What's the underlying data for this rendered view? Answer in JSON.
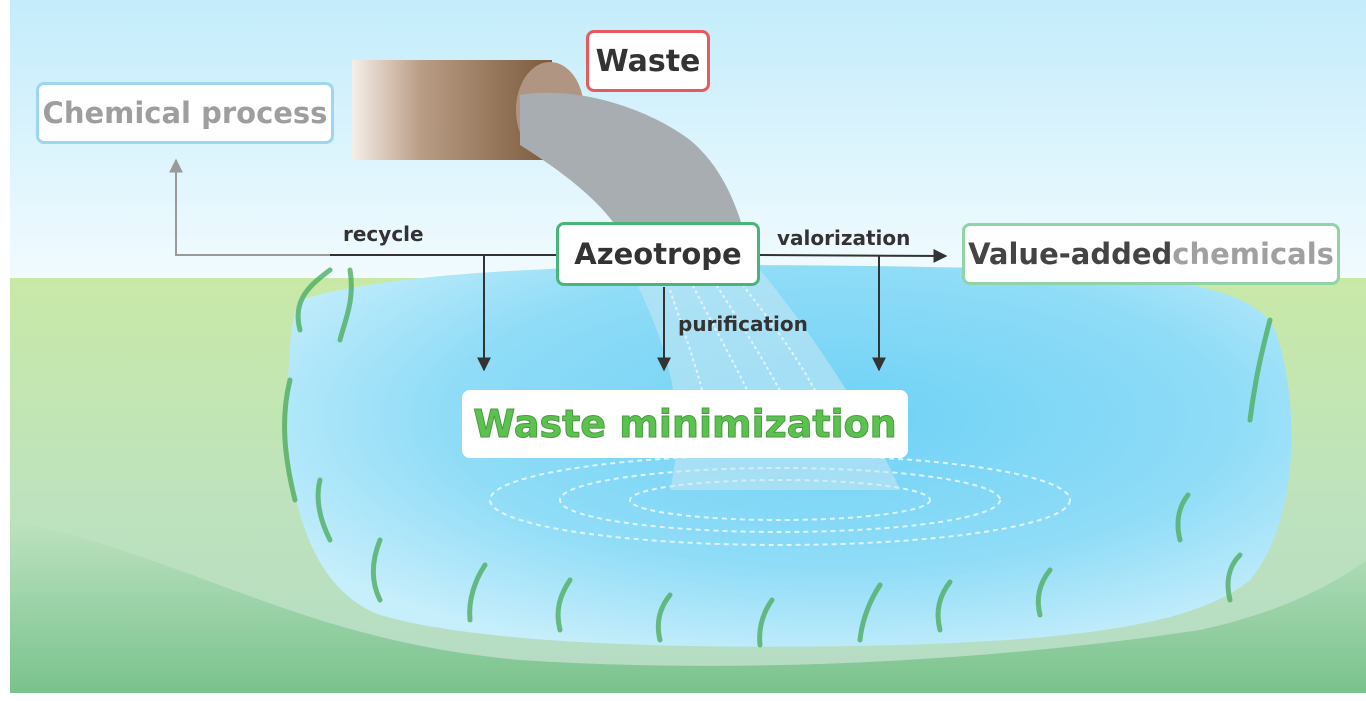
{
  "nodes": {
    "waste": "Waste",
    "chemical_process": "Chemical process",
    "azeotrope": "Azeotrope",
    "value_added_part1": "Value-added",
    "value_added_part2": " chemicals",
    "waste_minimization": "Waste minimization"
  },
  "edges": {
    "recycle": "recycle",
    "valorization": "valorization",
    "purification": "purification"
  },
  "colors": {
    "waste_border": "#e55a5f",
    "chemical_border": "#9fd6ef",
    "chemical_text": "#9e9e9e",
    "azeotrope_border": "#49b57a",
    "value_added_border": "#8fd3a6",
    "minimization_text": "#5cc24f",
    "arrow": "#333333",
    "arrow_gray": "#9a9a9a"
  }
}
